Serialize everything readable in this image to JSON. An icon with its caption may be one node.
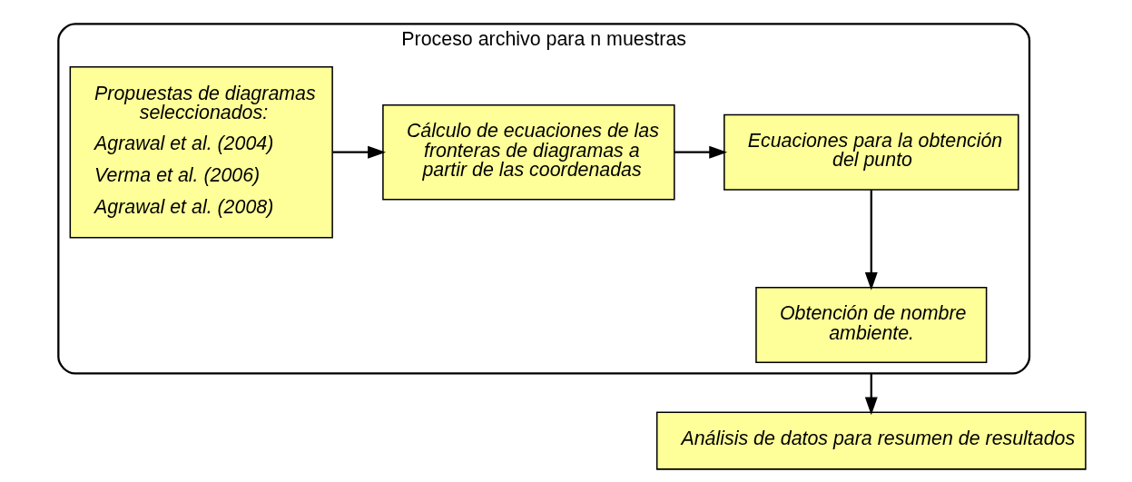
{
  "diagram": {
    "nodes": [
      {
        "text": [
          "Proceso archivo para n muestras"
        ]
      },
      {
        "text": [
          "Propuestas de diagramas seleccionados:",
          "Agrawal et al. (2004)",
          "Verma et al. (2006)",
          "Agrawal et al. (2008)"
        ],
        "in": 0
      },
      {
        "text": [
          "Cálculo de ecuaciones de las fronteras de diagramas a partir de las coordenadas"
        ],
        "in": 0
      },
      {
        "text": [
          "Ecuaciones para la obtención del punto"
        ],
        "in": 0
      },
      {
        "text": [
          "Obtención de nombre ambiente."
        ],
        "in": 0
      },
      {
        "text": [
          "Análisis de datos para resumen de resultados"
        ]
      }
    ],
    "edges": [
      {
        "from": 1,
        "to": 2,
        "arrow": "to"
      },
      {
        "from": 2,
        "to": 3,
        "arrow": "to"
      },
      {
        "from": 3,
        "to": 4,
        "arrow": "to"
      },
      {
        "from": 0,
        "to": 5,
        "arrow": "to"
      }
    ]
  }
}
